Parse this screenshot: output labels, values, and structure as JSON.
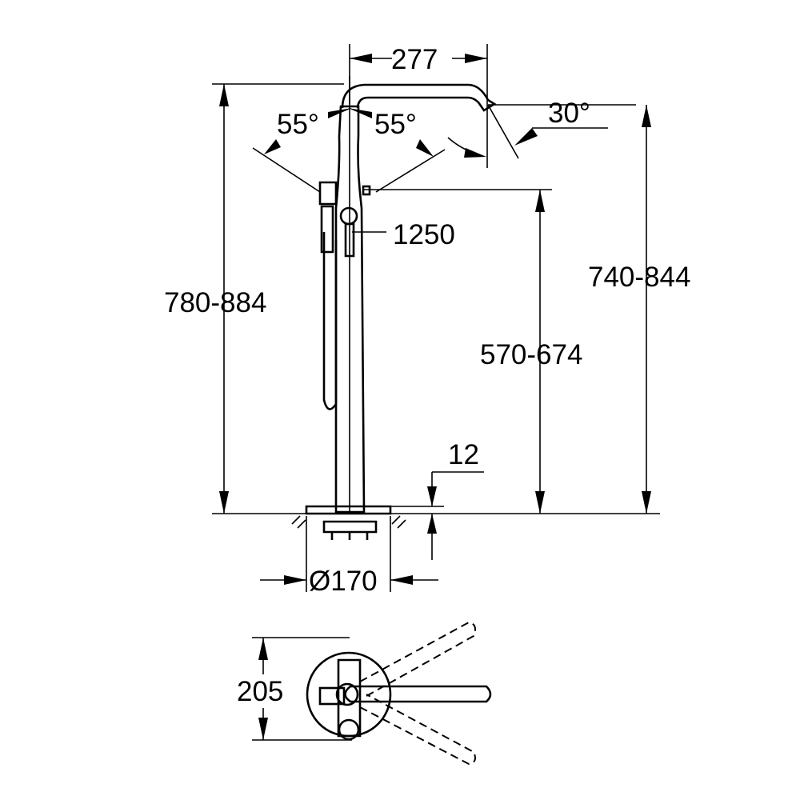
{
  "dimensions": {
    "spout_reach": "277",
    "swivel_left": "55°",
    "swivel_right": "55°",
    "spout_angle": "30°",
    "hose_length": "1250",
    "total_height": "780-884",
    "spout_height": "740-844",
    "handshower_height": "570-674",
    "base_thickness": "12",
    "base_diameter": "Ø170",
    "plan_depth": "205"
  },
  "colors": {
    "line": "#000000",
    "background": "#ffffff"
  }
}
